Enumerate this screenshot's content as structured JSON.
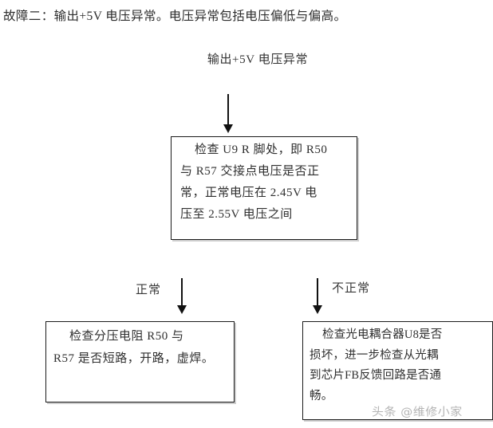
{
  "heading": {
    "text": "故障二：输出+5V 电压异常。电压异常包括电压偏低与偏高。"
  },
  "flow": {
    "start_node": {
      "label": "输出+5V 电压异常"
    },
    "main_box": {
      "lines": [
        "检查 U9 R 脚处，即 R50",
        "与 R57 交接点电压是否正",
        "常，正常电压在 2.45V 电",
        "压至 2.55V 电压之间"
      ]
    },
    "branches": [
      {
        "label": "正常",
        "box_lines": [
          "检查分压电阻 R50 与",
          "R57 是否短路，开路，虚焊。"
        ]
      },
      {
        "label": "不正常",
        "box_lines": [
          "检查光电耦合器U8是否",
          "损坏，进一步检查从光耦",
          "到芯片FB反馈回路是否通",
          "畅。"
        ]
      }
    ],
    "arrows": {
      "top": "down-arrow",
      "left": "down-arrow",
      "right": "down-arrow"
    }
  },
  "watermark": {
    "text": "头条 @维修小家"
  },
  "colors": {
    "background": "#ffffff",
    "text": "#2f2f2f",
    "border": "#1b1b1b",
    "watermark": "#9c9c9c"
  }
}
